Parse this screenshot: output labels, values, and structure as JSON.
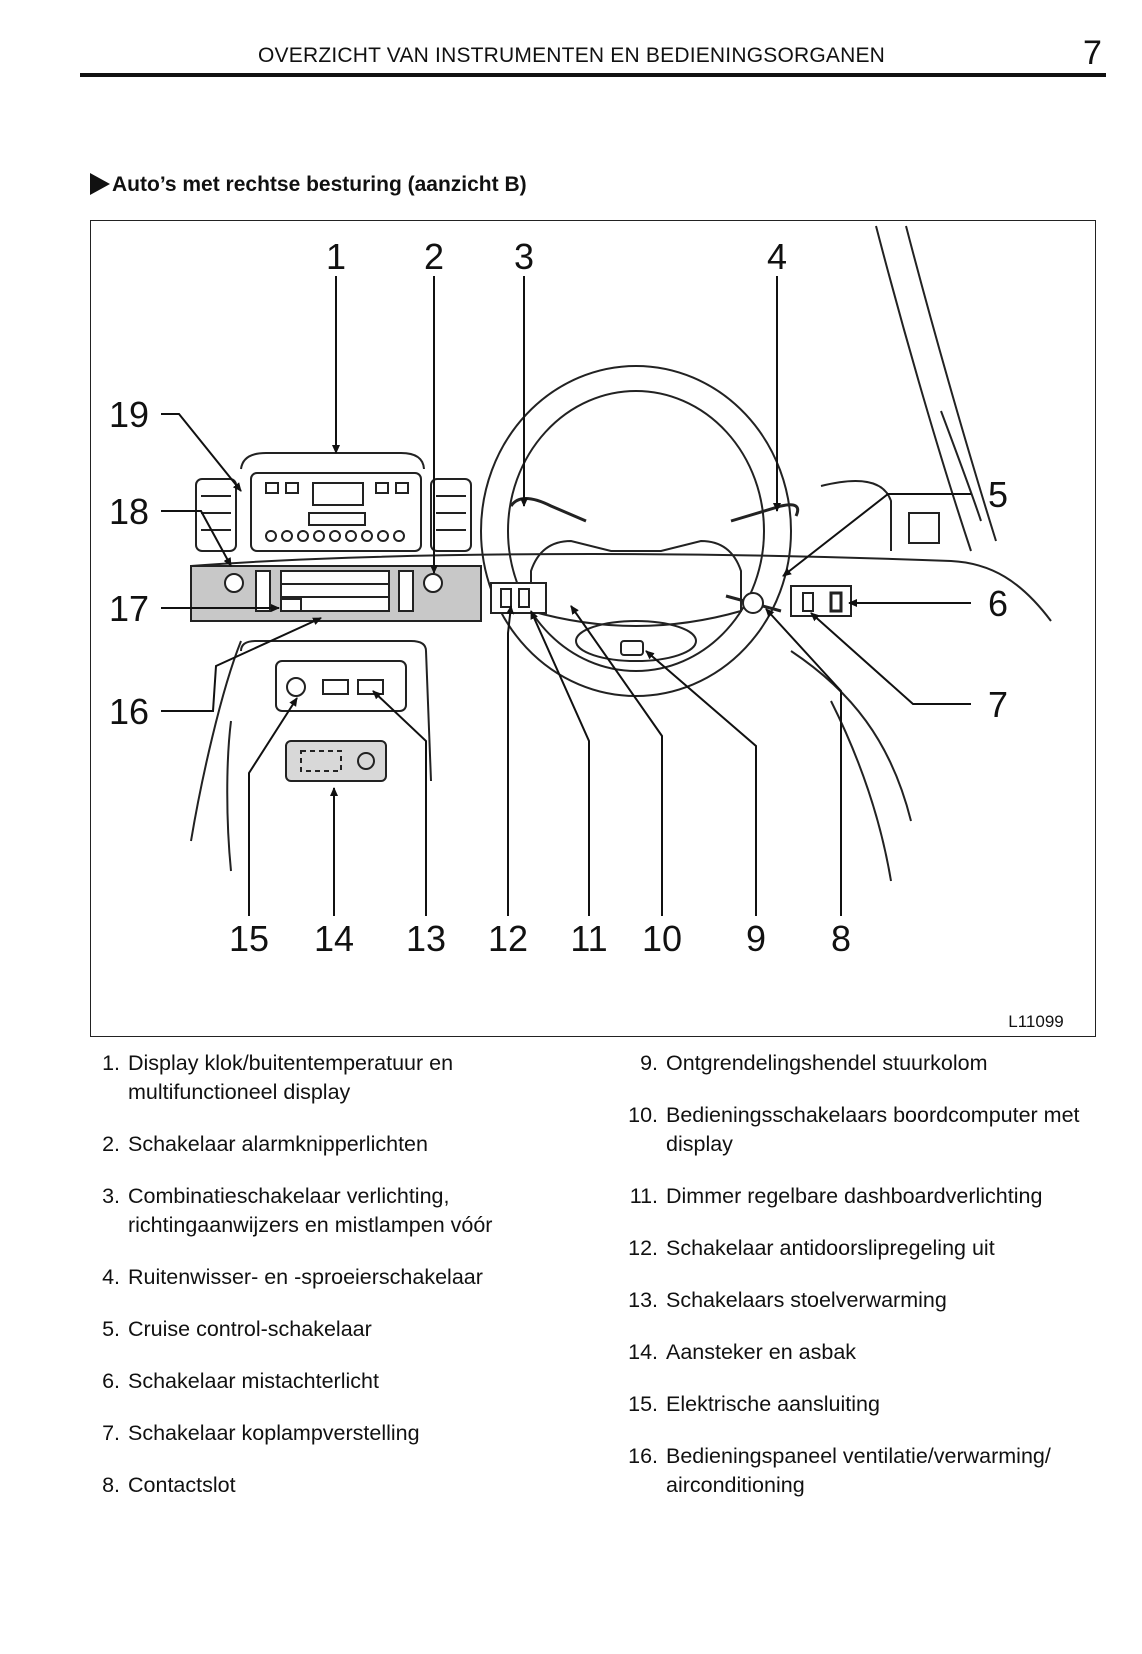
{
  "header": {
    "title": "OVERZICHT VAN INSTRUMENTEN EN BEDIENINGSORGANEN",
    "page_number": "7"
  },
  "section": {
    "heading": "Auto’s met rechtse besturing (aanzicht B)"
  },
  "figure": {
    "code": "L11099",
    "callouts": [
      "1",
      "2",
      "3",
      "4",
      "5",
      "6",
      "7",
      "8",
      "9",
      "10",
      "11",
      "12",
      "13",
      "14",
      "15",
      "16",
      "17",
      "18",
      "19"
    ]
  },
  "legend": {
    "left": [
      {
        "num": "1.",
        "text": "Display klok/buitentemperatuur en multifunctioneel display"
      },
      {
        "num": "2.",
        "text": "Schakelaar alarmknipperlichten"
      },
      {
        "num": "3.",
        "text": "Combinatieschakelaar verlichting, richtingaanwijzers en mistlampen vóór"
      },
      {
        "num": "4.",
        "text": "Ruitenwisser- en -sproeierschakelaar"
      },
      {
        "num": "5.",
        "text": "Cruise control-schakelaar"
      },
      {
        "num": "6.",
        "text": "Schakelaar mistachterlicht"
      },
      {
        "num": "7.",
        "text": "Schakelaar koplampverstelling"
      },
      {
        "num": "8.",
        "text": "Contactslot"
      }
    ],
    "right": [
      {
        "num": "9.",
        "text": "Ontgrendelingshendel stuurkolom"
      },
      {
        "num": "10.",
        "text": "Bedieningsschakelaars boordcomputer met display"
      },
      {
        "num": "11.",
        "text": "Dimmer regelbare dashboardverlichting"
      },
      {
        "num": "12.",
        "text": "Schakelaar antidoorslipregeling uit"
      },
      {
        "num": "13.",
        "text": "Schakelaars stoelverwarming"
      },
      {
        "num": "14.",
        "text": "Aansteker en asbak"
      },
      {
        "num": "15.",
        "text": "Elektrische aansluiting"
      },
      {
        "num": "16.",
        "text": "Bedieningspaneel ventilatie/verwarming/ airconditioning"
      }
    ]
  }
}
